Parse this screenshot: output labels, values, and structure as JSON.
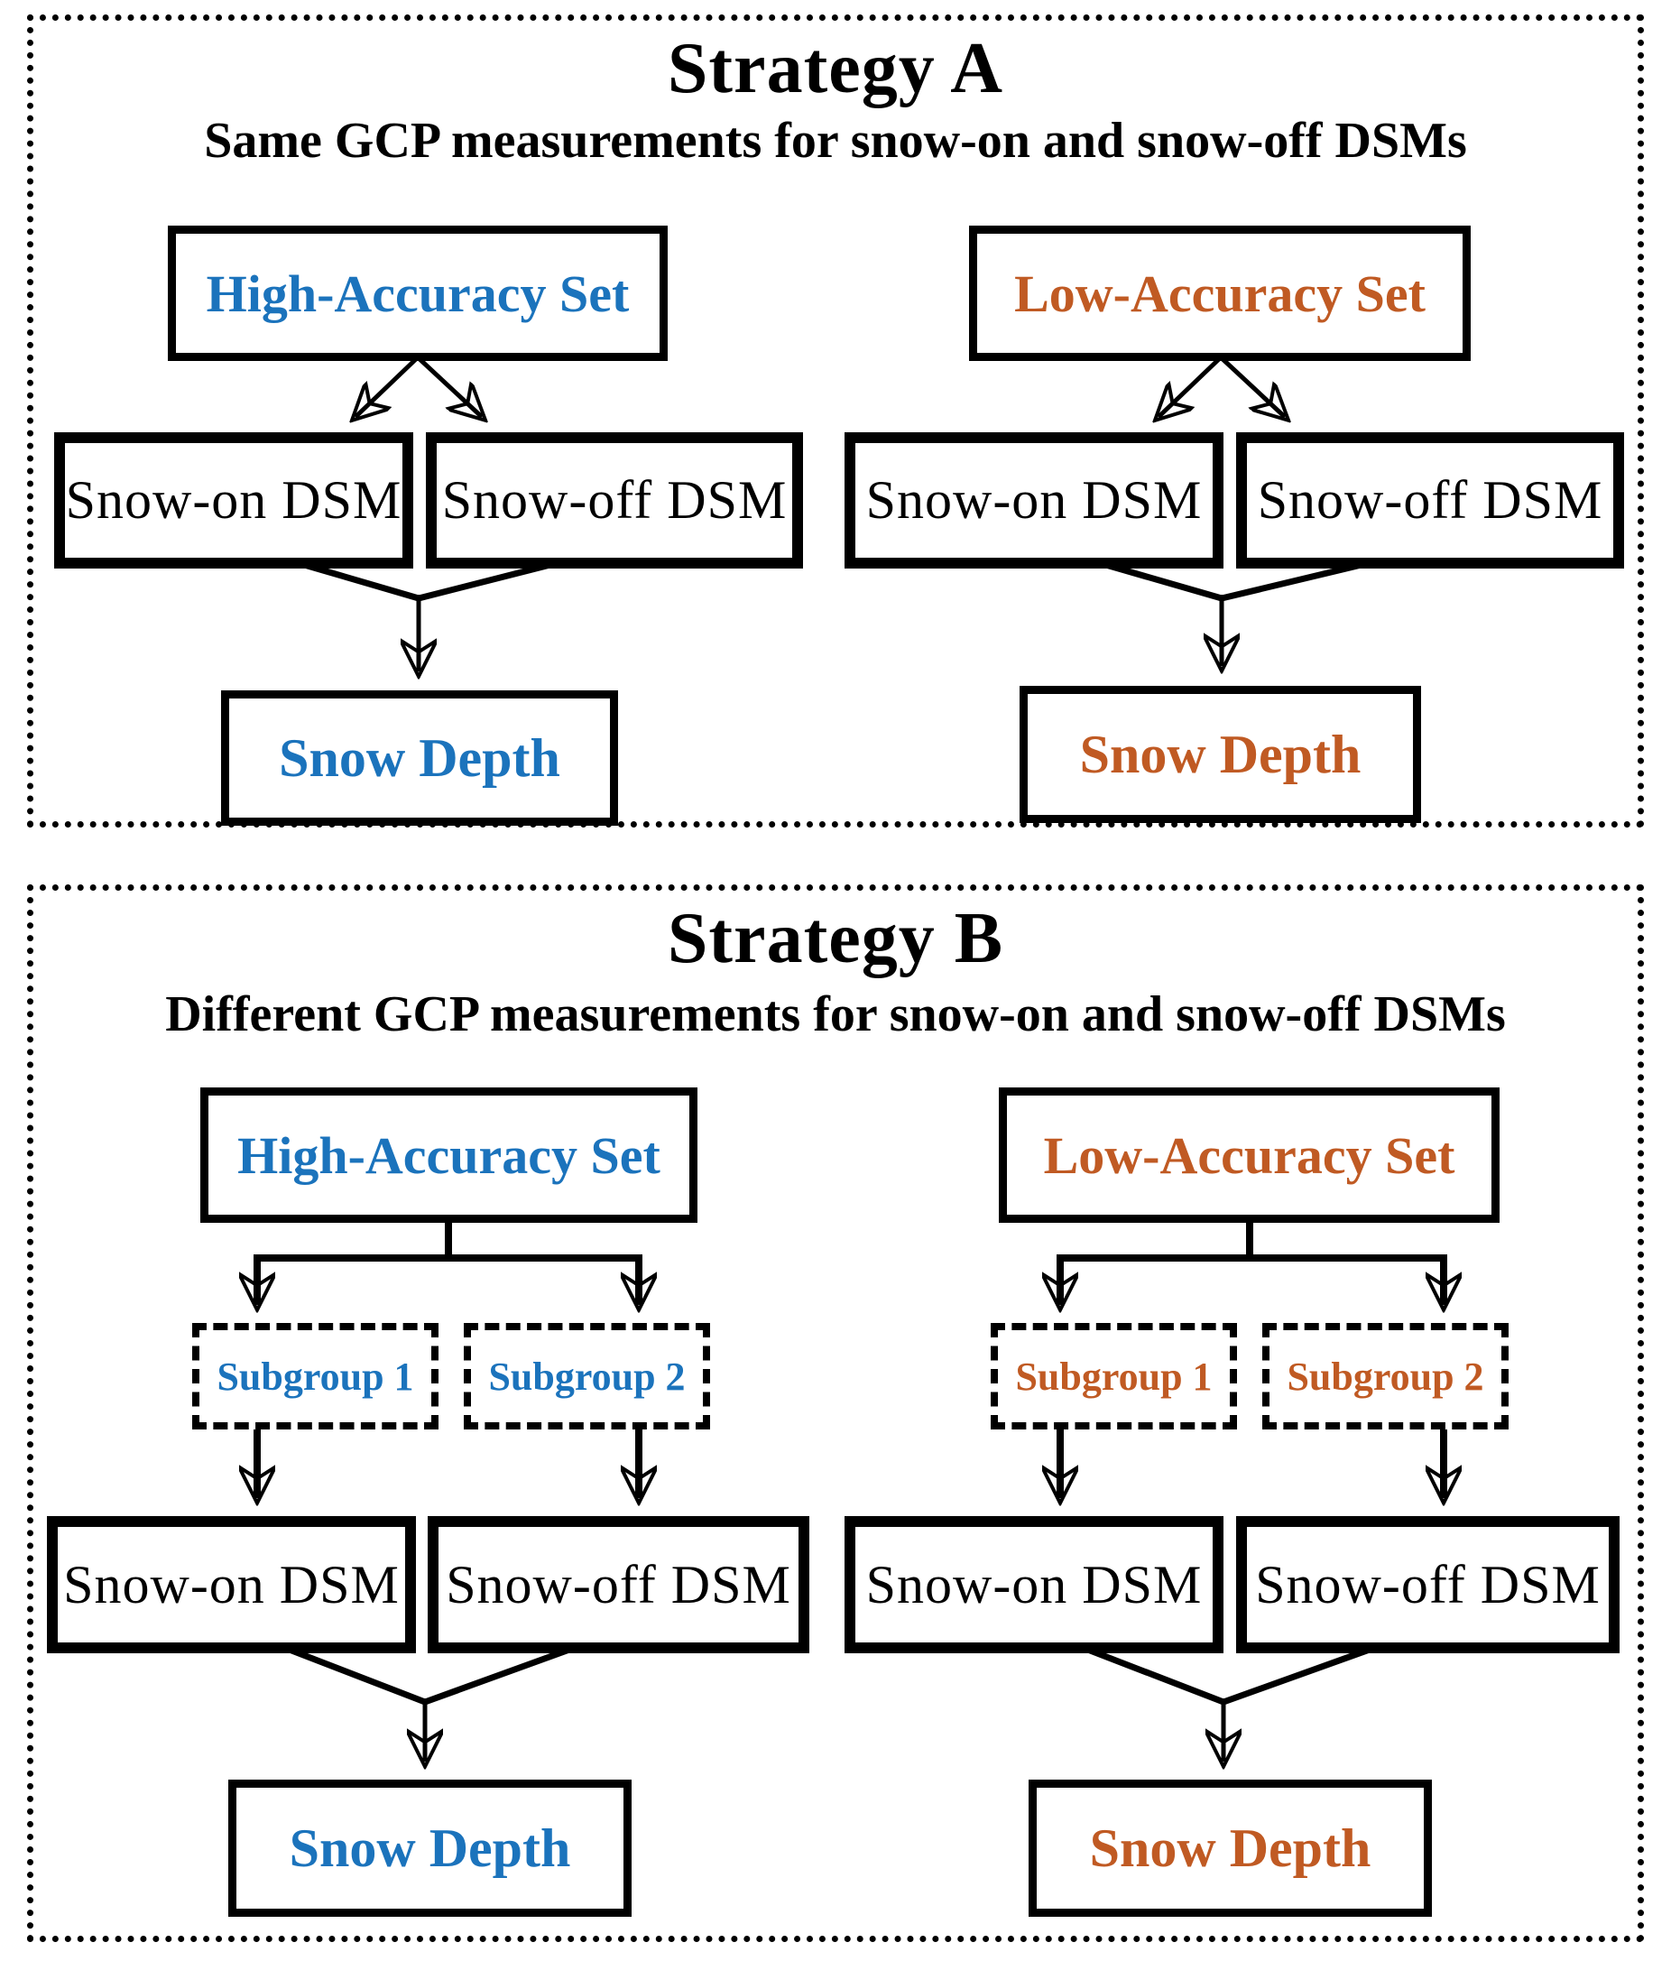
{
  "figure": {
    "description_domain": "flowchart comparing two GCP strategies"
  },
  "colors": {
    "high_accuracy": "#1b73bc",
    "low_accuracy": "#c05a23",
    "outline": "#000000"
  },
  "panels": [
    {
      "title": "Strategy A",
      "subtitle": "Same GCP measurements for snow-on and snow-off DSMs",
      "columns": [
        {
          "set_label": "High-Accuracy Set",
          "snow_on_label": "Snow-on DSM",
          "snow_off_label": "Snow-off DSM",
          "snow_depth_label": "Snow Depth"
        },
        {
          "set_label": "Low-Accuracy Set",
          "snow_on_label": "Snow-on DSM",
          "snow_off_label": "Snow-off DSM",
          "snow_depth_label": "Snow Depth"
        }
      ]
    },
    {
      "title": "Strategy B",
      "subtitle": "Different GCP measurements for snow-on and snow-off DSMs",
      "columns": [
        {
          "set_label": "High-Accuracy Set",
          "subgroups": [
            "Subgroup 1",
            "Subgroup 2"
          ],
          "snow_on_label": "Snow-on DSM",
          "snow_off_label": "Snow-off DSM",
          "snow_depth_label": "Snow Depth"
        },
        {
          "set_label": "Low-Accuracy Set",
          "subgroups": [
            "Subgroup 1",
            "Subgroup 2"
          ],
          "snow_on_label": "Snow-on DSM",
          "snow_off_label": "Snow-off DSM",
          "snow_depth_label": "Snow Depth"
        }
      ]
    }
  ]
}
